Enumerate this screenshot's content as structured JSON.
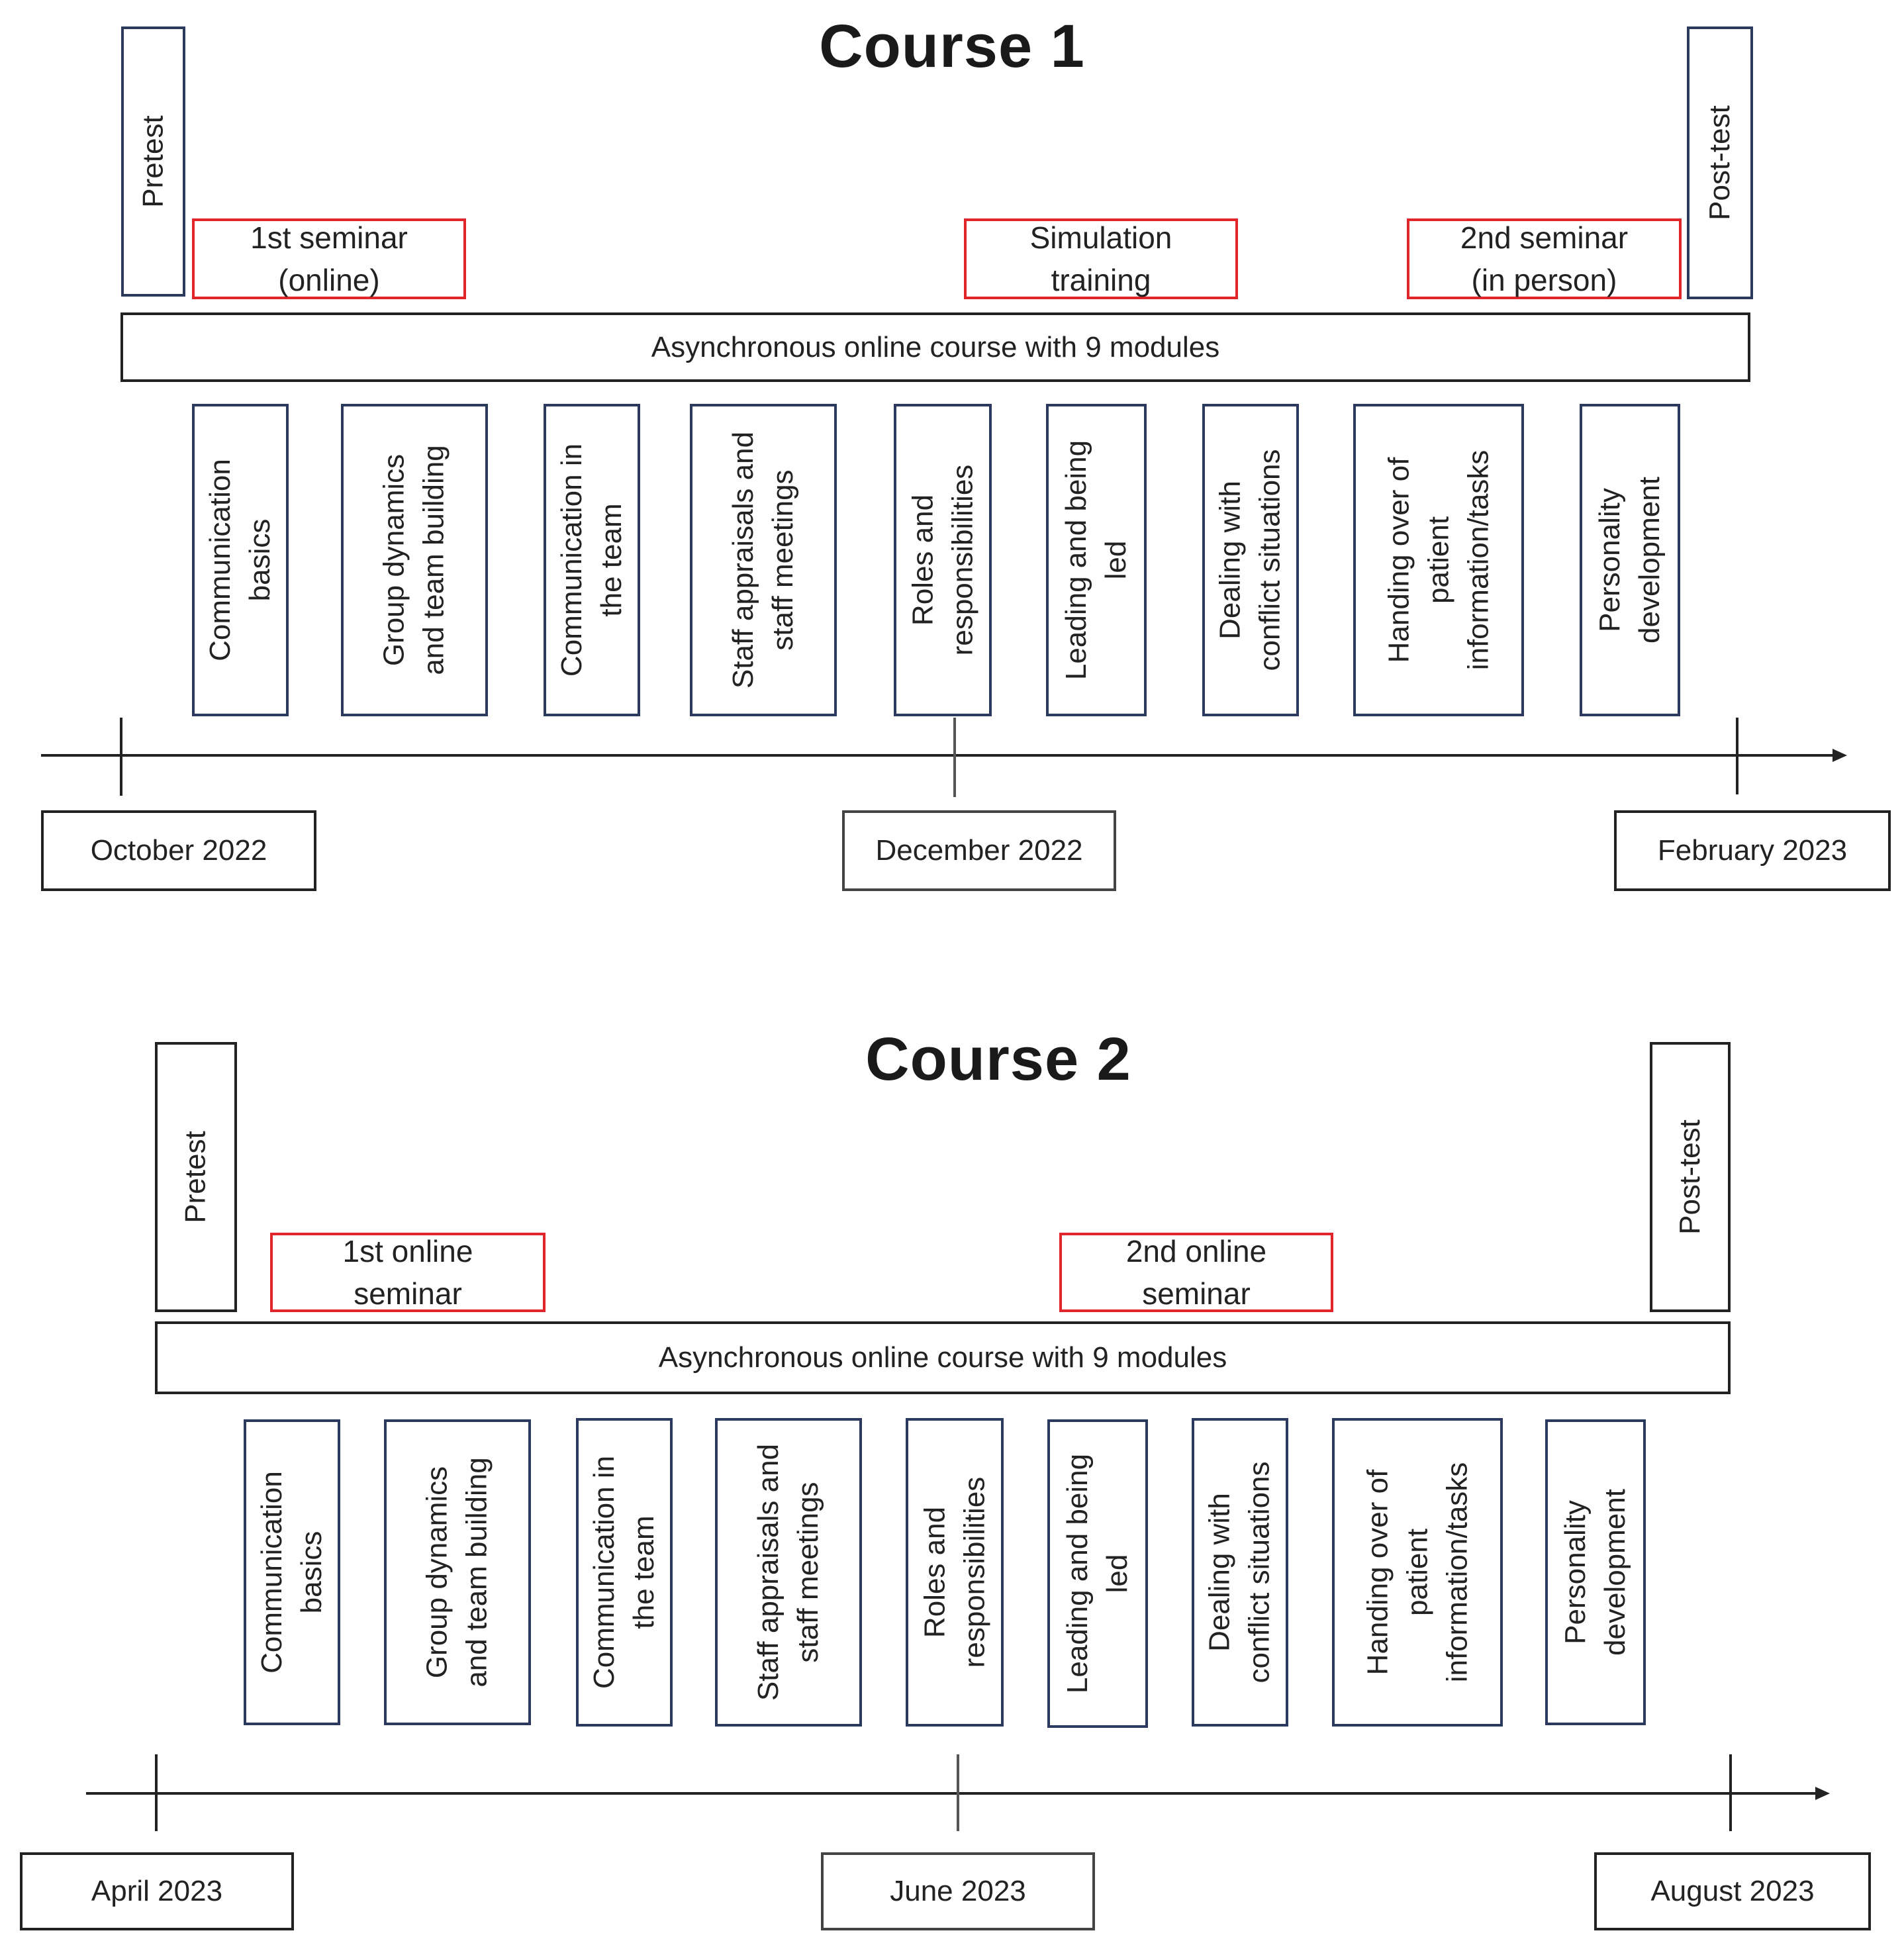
{
  "courses": [
    {
      "title": "Course 1",
      "pretest": "Pretest",
      "posttest": "Post-test",
      "seminars": [
        {
          "line1": "1st seminar",
          "line2": "(online)"
        },
        {
          "line1": "Simulation",
          "line2": "training"
        },
        {
          "line1": "2nd seminar",
          "line2": "(in person)"
        }
      ],
      "course_bar": "Asynchronous online course with 9 modules",
      "modules": [
        {
          "line1": "Communication",
          "line2": "basics"
        },
        {
          "line1": "Group dynamics",
          "line2": "and team building"
        },
        {
          "line1": "Communication in",
          "line2": "the team"
        },
        {
          "line1": "Staff appraisals and",
          "line2": "staff meetings"
        },
        {
          "line1": "Roles and",
          "line2": "responsibilities"
        },
        {
          "line1": "Leading and being",
          "line2": "led"
        },
        {
          "line1": "Dealing with",
          "line2": "conflict situations"
        },
        {
          "line1": "Handing over of",
          "line2": "patient",
          "line3": "information/tasks"
        },
        {
          "line1": "Personality",
          "line2": "development"
        }
      ],
      "dates": [
        "October 2022",
        "December 2022",
        "February 2023"
      ]
    },
    {
      "title": "Course 2",
      "pretest": "Pretest",
      "posttest": "Post-test",
      "seminars": [
        {
          "line1": "1st online",
          "line2": "seminar"
        },
        {
          "line1": "2nd online",
          "line2": "seminar"
        }
      ],
      "course_bar": "Asynchronous online course with 9 modules",
      "modules": [
        {
          "line1": "Communication",
          "line2": "basics"
        },
        {
          "line1": "Group dynamics",
          "line2": "and team building"
        },
        {
          "line1": "Communication in",
          "line2": "the team"
        },
        {
          "line1": "Staff appraisals and",
          "line2": "staff meetings"
        },
        {
          "line1": "Roles and",
          "line2": "responsibilities"
        },
        {
          "line1": "Leading and being",
          "line2": "led"
        },
        {
          "line1": "Dealing with",
          "line2": "conflict situations"
        },
        {
          "line1": "Handing over of",
          "line2": "patient",
          "line3": "information/tasks"
        },
        {
          "line1": "Personality",
          "line2": "development"
        }
      ],
      "dates": [
        "April 2023",
        "June 2023",
        "August 2023"
      ]
    }
  ],
  "colors": {
    "seminar_border": "#e0262a",
    "box_border": "#2b3a5c",
    "axis": "#222222"
  }
}
